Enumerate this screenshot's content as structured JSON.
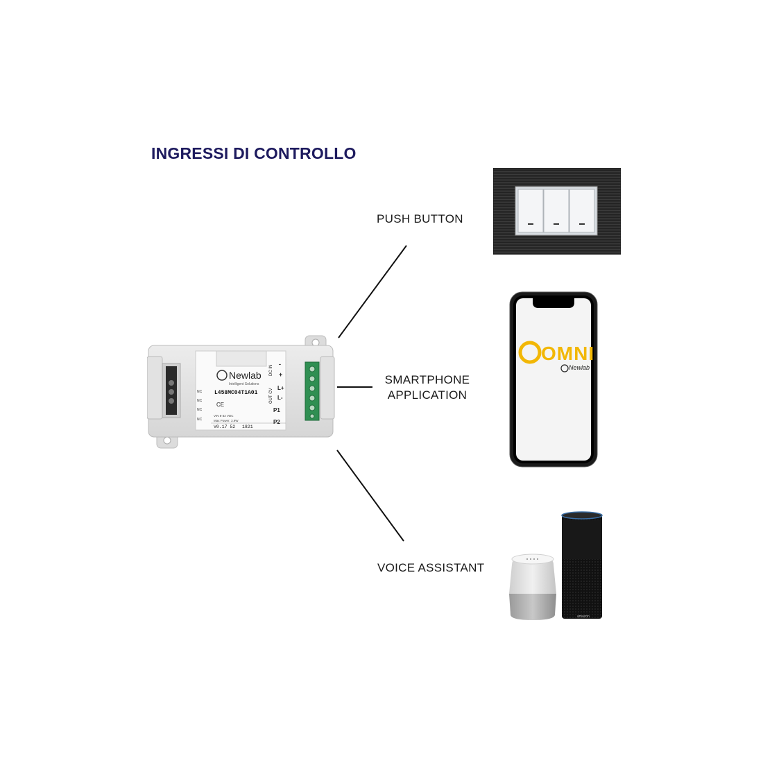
{
  "heading": "INGRESSI DI CONTROLLO",
  "labels": {
    "push_button": "PUSH BUTTON",
    "smartphone_line1": "SMARTPHONE",
    "smartphone_line2": "APPLICATION",
    "voice_assistant": "VOICE ASSISTANT"
  },
  "device": {
    "brand": "Newlab",
    "brand_sub": "Intelligent Solutions",
    "model": "L458MC04T1A01",
    "terminals_right": [
      "DC IN",
      "-",
      "+",
      "OUT CV",
      "L+",
      "L-",
      "P1",
      "P2"
    ],
    "terminals_left": [
      "NC",
      "NC",
      "NC",
      "NC"
    ],
    "spec_line1": "VIN 8-32 VDC",
    "spec_line2": "Max Power: 3.9W",
    "version": "V0.17 52",
    "date": "1821"
  },
  "app": {
    "logo_text": "OMNI",
    "logo_brand": "Newlab"
  },
  "speaker": {
    "brand": "amazon"
  },
  "colors": {
    "heading": "#1d1a5e",
    "omni_yellow": "#f2b705",
    "terminal_green": "#2f8f52"
  }
}
